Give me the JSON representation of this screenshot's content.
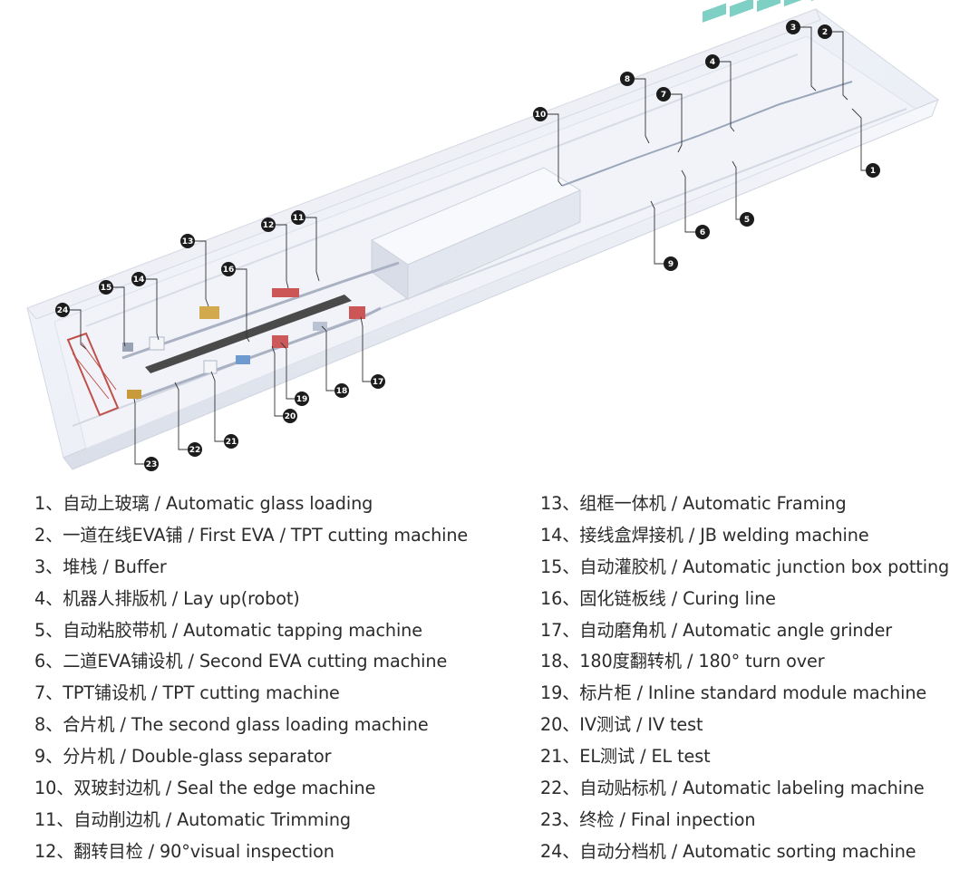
{
  "callouts": [
    "1",
    "2",
    "3",
    "4",
    "5",
    "6",
    "7",
    "8",
    "9",
    "10",
    "11",
    "12",
    "13",
    "14",
    "15",
    "16",
    "17",
    "18",
    "19",
    "20",
    "21",
    "22",
    "23",
    "24"
  ],
  "legend": {
    "left": [
      "1、自动上玻璃 / Automatic glass loading",
      "2、一道在线EVA铺 / First EVA / TPT cutting machine",
      "3、堆栈 / Buffer",
      "4、机器人排版机 / Lay up(robot)",
      "5、自动粘胶带机 / Automatic tapping machine",
      "6、二道EVA铺设机 / Second EVA cutting machine",
      "7、TPT铺设机 / TPT cutting machine",
      "8、合片机 / The second glass loading machine",
      "9、分片机 / Double-glass separator",
      "10、双玻封边机 / Seal the edge machine",
      "11、自动削边机 / Automatic Trimming",
      "12、翻转目检 / 90°visual inspection"
    ],
    "right": [
      "13、组框一体机 / Automatic Framing",
      "14、接线盒焊接机 / JB welding machine",
      "15、自动灌胶机 / Automatic junction box potting",
      "16、固化链板线 / Curing line",
      "17、自动磨角机 / Automatic angle grinder",
      "18、180度翻转机 / 180° turn over",
      "19、标片柜 / Inline standard module machine",
      "20、IV测试 / IV test",
      "21、EL测试 / EL test",
      "22、自动贴标机 / Automatic labeling machine",
      "23、终检 / Final inpection",
      "24、自动分档机 / Automatic sorting machine"
    ]
  }
}
